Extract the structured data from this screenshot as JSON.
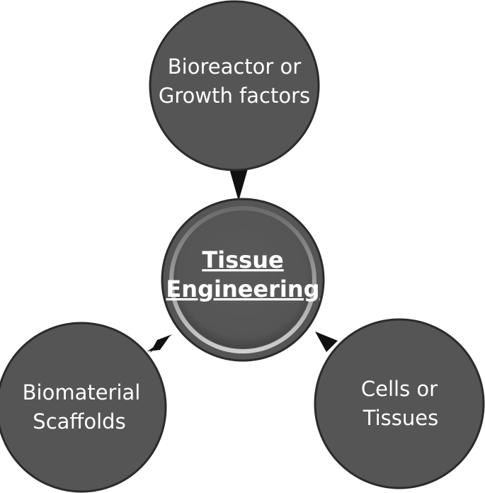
{
  "nodes": {
    "top": {
      "line1": "Bioreactor or",
      "line2": "Growth factors"
    },
    "left": {
      "line1": "Biomaterial",
      "line2": "Scaffolds"
    },
    "right": {
      "line1": "Cells or",
      "line2": "Tissues"
    },
    "center": {
      "line1": "Tissue",
      "line2": "Engineering"
    }
  },
  "colors": {
    "node_fill": "#555555",
    "node_stroke": "#2b2b2b",
    "center_ring": "#8a8a8a",
    "arrow": "#111111",
    "text": "#ffffff"
  }
}
